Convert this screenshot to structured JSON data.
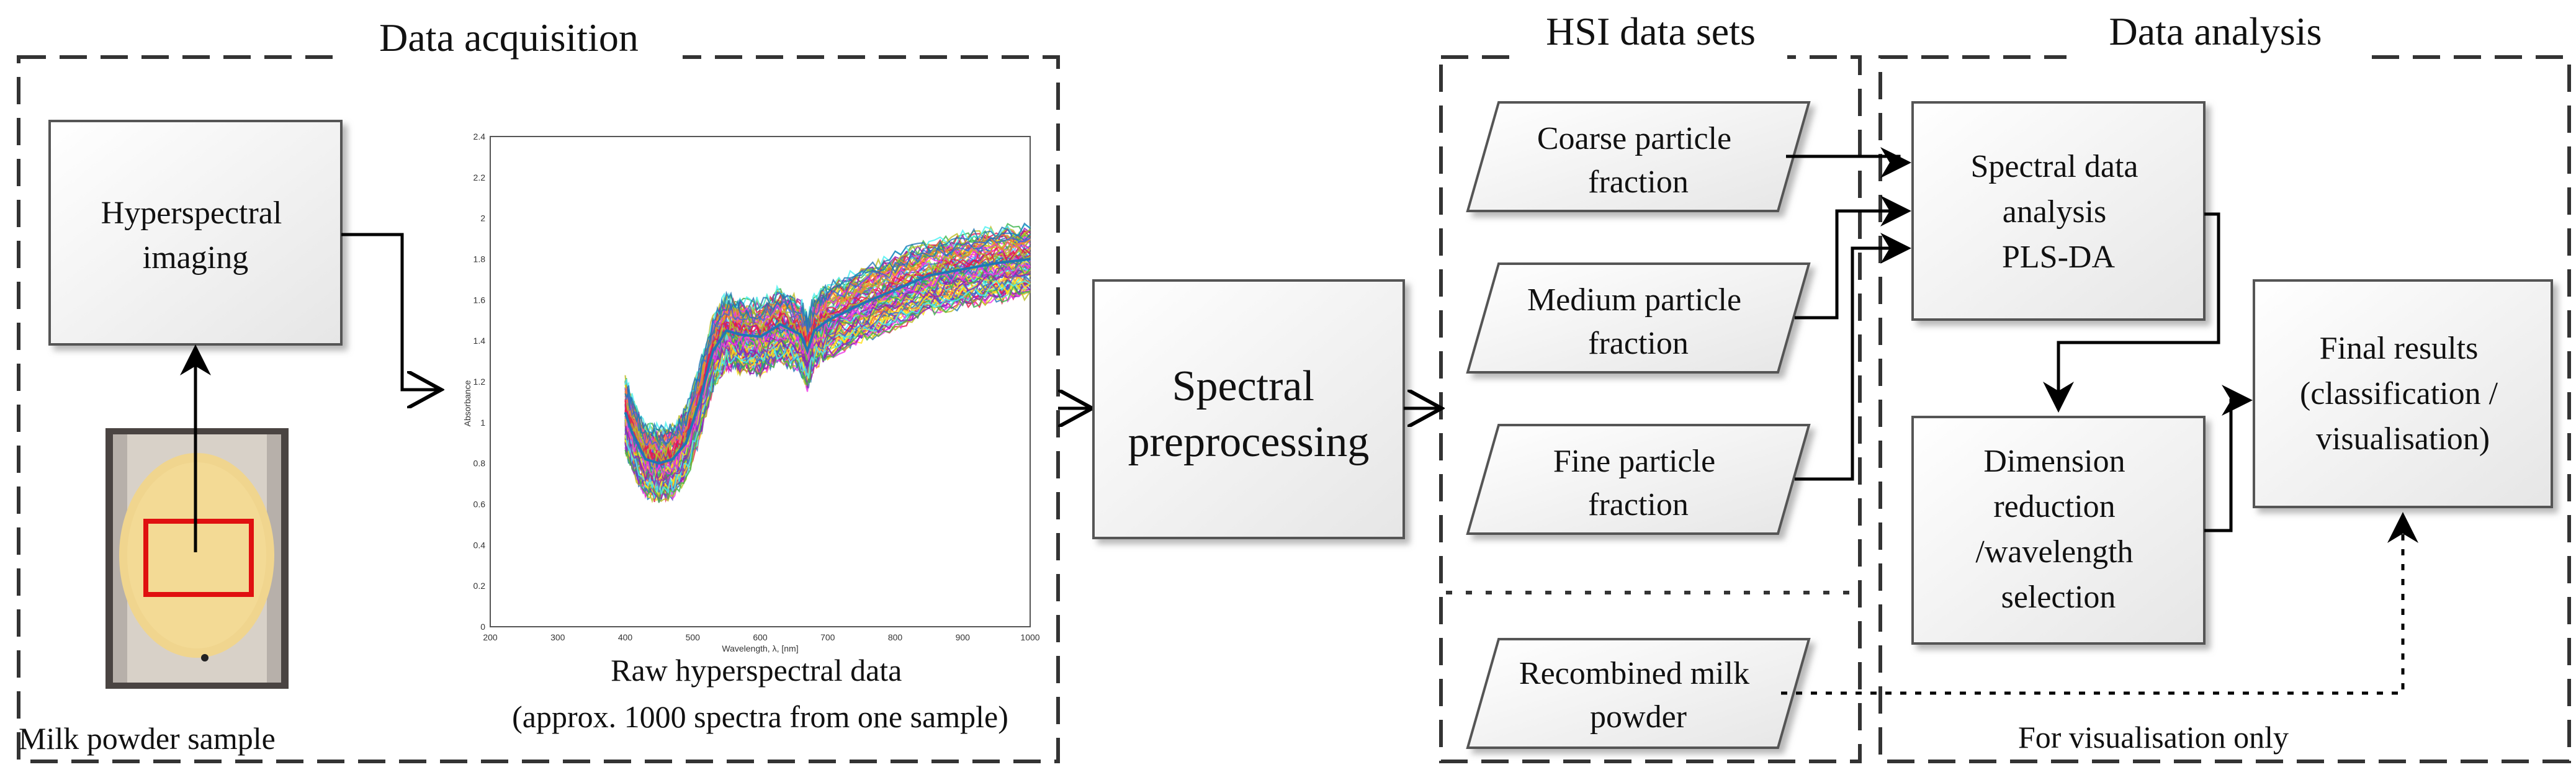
{
  "sections": {
    "acquisition_title": "Data acquisition",
    "datasets_title": "HSI data sets",
    "analysis_title": "Data analysis"
  },
  "acquisition": {
    "hsi_box": [
      "Hyperspectral",
      "imaging"
    ],
    "sample_caption": "Milk powder sample",
    "raw_caption": [
      "Raw hyperspectral data",
      "(approx. 1000 spectra from one sample)"
    ],
    "plot_ylabel": "Absorbance",
    "plot_xlabel": "Wavelength, λ, [nm]"
  },
  "preprocessing": [
    "Spectral",
    "preprocessing"
  ],
  "datasets": {
    "coarse": [
      "Coarse particle",
      "fraction"
    ],
    "medium": [
      "Medium particle",
      "fraction"
    ],
    "fine": [
      "Fine particle",
      "fraction"
    ],
    "recombined": [
      "Recombined milk",
      "powder"
    ]
  },
  "analysis": {
    "spectral_box": [
      "Spectral data",
      "analysis",
      "PLS-DA"
    ],
    "dimension_box": [
      "Dimension",
      "reduction",
      "/wavelength",
      "selection"
    ],
    "final_box": [
      "Final results",
      "(classification /",
      "visualisation)"
    ],
    "visualisation_note": "For visualisation only"
  },
  "chart_data": {
    "type": "line",
    "xlabel": "Wavelength, λ, [nm]",
    "ylabel": "Absorbance",
    "xlim": [
      200,
      1000
    ],
    "ylim": [
      0,
      2.4
    ],
    "xticks": [
      "200",
      "300",
      "400",
      "500",
      "600",
      "700",
      "800",
      "900",
      "1000"
    ],
    "yticks": [
      "0",
      "0.2",
      "0.4",
      "0.6",
      "0.8",
      "1",
      "1.2",
      "1.4",
      "1.6",
      "1.8",
      "2",
      "2.2",
      "2.4"
    ],
    "x": [
      400,
      410,
      430,
      450,
      470,
      490,
      510,
      530,
      550,
      570,
      600,
      630,
      660,
      670,
      680,
      700,
      750,
      800,
      850,
      900,
      950,
      1000
    ],
    "series": [
      {
        "values": [
          1.05,
          0.95,
          0.82,
          0.8,
          0.82,
          0.9,
          1.1,
          1.35,
          1.45,
          1.43,
          1.42,
          1.48,
          1.43,
          1.35,
          1.45,
          1.5,
          1.58,
          1.65,
          1.72,
          1.75,
          1.78,
          1.8
        ]
      }
    ],
    "colors": [
      "#e6194b",
      "#f58231",
      "#ffe119",
      "#3cb44b",
      "#46f0f0",
      "#4363d8",
      "#911eb4",
      "#f032e6",
      "#1f77b4",
      "#bcbd22"
    ]
  }
}
